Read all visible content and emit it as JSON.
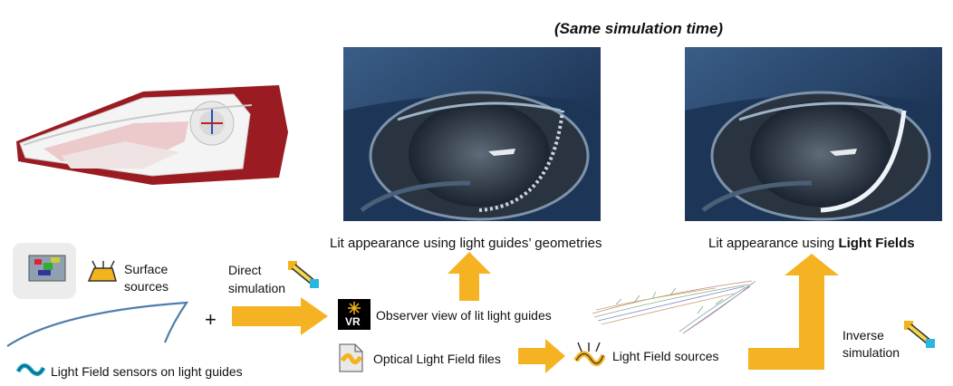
{
  "header": {
    "same_time_label": "(Same simulation time)"
  },
  "left_panel": {
    "surface_sources_label": "Surface\nsources",
    "surface_sources_line1": "Surface",
    "surface_sources_line2": "sources",
    "plus_sign": "+",
    "sensors_label": "Light Field sensors on light guides"
  },
  "direct": {
    "line1": "Direct",
    "line2": "simulation"
  },
  "middle": {
    "observer_label": "Observer view of lit light guides",
    "vr_badge": "VR",
    "optical_files_label": "Optical Light Field files"
  },
  "captions": {
    "geometry_caption": "Lit appearance using light guides’ geometries",
    "fields_caption_prefix": "Lit appearance using ",
    "fields_caption_bold": "Light Fields"
  },
  "right": {
    "lf_sources_label": "Light Field sources",
    "inverse_line1": "Inverse",
    "inverse_line2": "simulation"
  },
  "colors": {
    "arrow": "#f5b324",
    "car_blue": "#1b3458",
    "headlamp_red": "#9b1b22",
    "sensor_curve": "#4f7eaa"
  }
}
